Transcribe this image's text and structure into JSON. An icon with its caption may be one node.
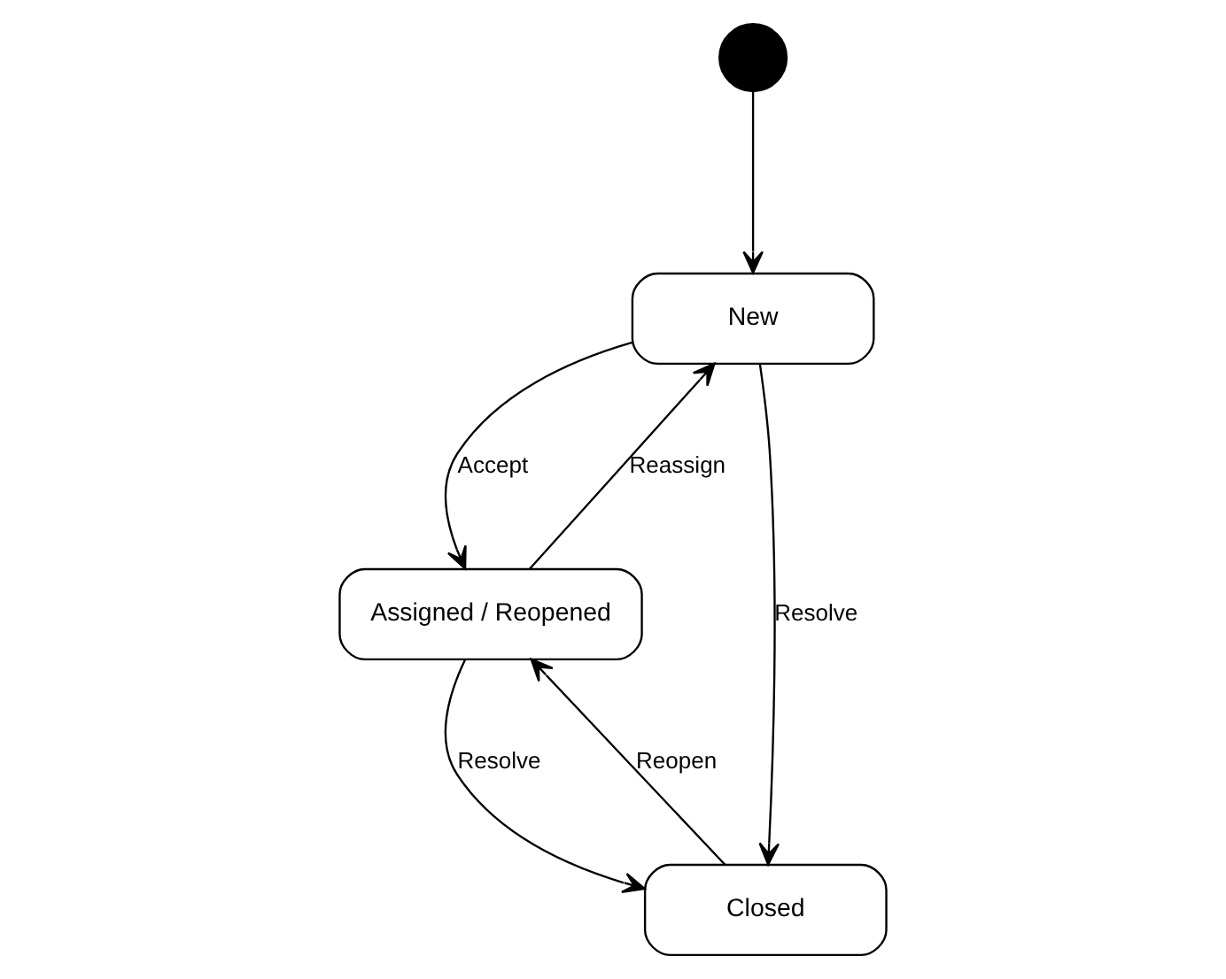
{
  "diagram": {
    "nodes": [
      {
        "text": [],
        "shape": "circle"
      },
      {
        "text": [
          "New"
        ]
      },
      {
        "text": [
          "Assigned / Reopened"
        ]
      },
      {
        "text": [
          "Closed"
        ]
      }
    ],
    "edges": [
      {
        "from": 0,
        "to": 1,
        "arrow": "to"
      },
      {
        "from": 1,
        "to": 2,
        "arrow": "to",
        "label": "Accept"
      },
      {
        "from": 2,
        "to": 1,
        "arrow": "to",
        "label": "Reassign"
      },
      {
        "from": 1,
        "to": 3,
        "arrow": "to",
        "label": "Resolve"
      },
      {
        "from": 2,
        "to": 3,
        "arrow": "to",
        "label": "Resolve"
      },
      {
        "from": 3,
        "to": 2,
        "arrow": "to",
        "label": "Reopen"
      }
    ]
  }
}
